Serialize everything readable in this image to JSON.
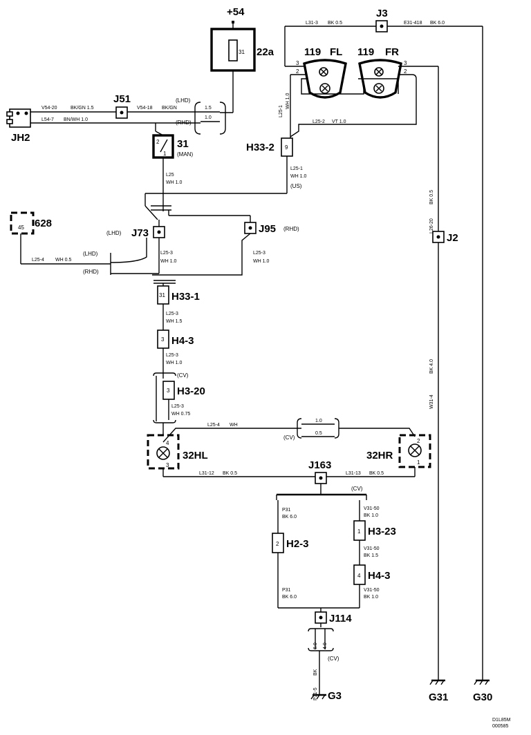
{
  "components": {
    "plus54": "+54",
    "fuse_22a": "22a",
    "fuse_22a_pin": "31",
    "jh2": "JH2",
    "j51": "J51",
    "switch_31": "31",
    "switch_31_note": "(MAN)",
    "switch_pin_2": "2",
    "switch_pin_1": "1",
    "j3": "J3",
    "lamp_119fl_num": "119",
    "lamp_119fl_side": "FL",
    "lamp_119fr_num": "119",
    "lamp_119fr_side": "FR",
    "h33_2": "H33-2",
    "h33_2_pin": "9",
    "c628": "628",
    "c628_pin": "45",
    "j73": "J73",
    "j95": "J95",
    "j2": "J2",
    "h33_1": "H33-1",
    "h33_1_pin": "31",
    "h4_3a": "H4-3",
    "h4_3a_pin": "3",
    "h3_20": "H3-20",
    "h3_20_pin": "3",
    "lamp_32hl": "32HL",
    "lamp_32hr": "32HR",
    "j163": "J163",
    "h2_3": "H2-3",
    "h2_3_pin": "2",
    "h3_23": "H3-23",
    "h3_23_pin": "1",
    "h4_3b": "H4-3",
    "h4_3b_pin": "4",
    "j114": "J114",
    "g3": "G3",
    "g31": "G31",
    "g30": "G30"
  },
  "notes": {
    "lhd": "(LHD)",
    "rhd": "(RHD)",
    "us": "(US)",
    "cv": "(CV)"
  },
  "wire_labels": {
    "v54_20": "V54-20",
    "bk_gn_15": "BK/GN   1.5",
    "v54_18": "V54-18",
    "bk_gn": "BK/GN",
    "l54_7": "L54-7",
    "bn_wh_10": "BN/WH   1.0",
    "fuse_15": "1.5",
    "fuse_10": "1.0",
    "l31_3": "L31-3",
    "bk_05_top": "BK   0.5",
    "e31_418": "E31-418",
    "bk_60_top": "BK   6.0",
    "l25_1_vert": "L25-1",
    "wh_10_vert": "WH   1.0",
    "l25_2": "L25-2",
    "vt_10": "VT   1.0",
    "l25_sw": "L25",
    "wh_10_sw": "WH   1.0",
    "l25_1_us": "L25-1",
    "wh_10_us": "WH   1.0",
    "l26_20": "L26-20",
    "bk_05_vert": "BK   0.5",
    "l25_4": "L25-4",
    "wh_05": "WH   0.5",
    "l25_3_a": "L25-3",
    "wh_10_a": "WH   1.0",
    "l25_3_b": "L25-3",
    "wh_10_b": "WH   1.0",
    "l25_3_c": "L25-3",
    "wh_15_c": "WH   1.5",
    "l25_3_d": "L25-3",
    "wh_10_d": "WH   1.0",
    "l25_3_e": "L25-3",
    "wh_075_e": "WH   0.75",
    "w31_4": "W31-4",
    "bk_40_vert": "BK   4.0",
    "l25_4_b": "L25-4",
    "wh_b": "WH",
    "hr_10": "1.0",
    "hr_05": "0.5",
    "l31_12": "L31-12",
    "bk_05_hl": "BK   0.5",
    "l31_13": "L31-13",
    "bk_05_hr": "BK   0.5",
    "p31_a": "P31",
    "bk_60_a": "BK   6.0",
    "v31_50_a": "V31-50",
    "bk_10_a": "BK   1.0",
    "v31_50_b": "V31-50",
    "bk_15_b": "BK   1.5",
    "p31_b": "P31",
    "bk_60_b": "BK   6.0",
    "v31_50_c": "V31-50",
    "bk_10_c": "BK   1.0",
    "g3_60": "6.0",
    "g3_40": "4.0",
    "p31_5": "P31-5",
    "bk_g3": "BK"
  },
  "pins": {
    "fl_3": "3",
    "fl_2": "2",
    "fr_2": "2",
    "fr_3": "3",
    "hl_4": "4",
    "hl_3": "3",
    "hr_2": "2",
    "hr_1": "1"
  },
  "footer": {
    "code1": "D1L85M",
    "code2": "000585"
  }
}
